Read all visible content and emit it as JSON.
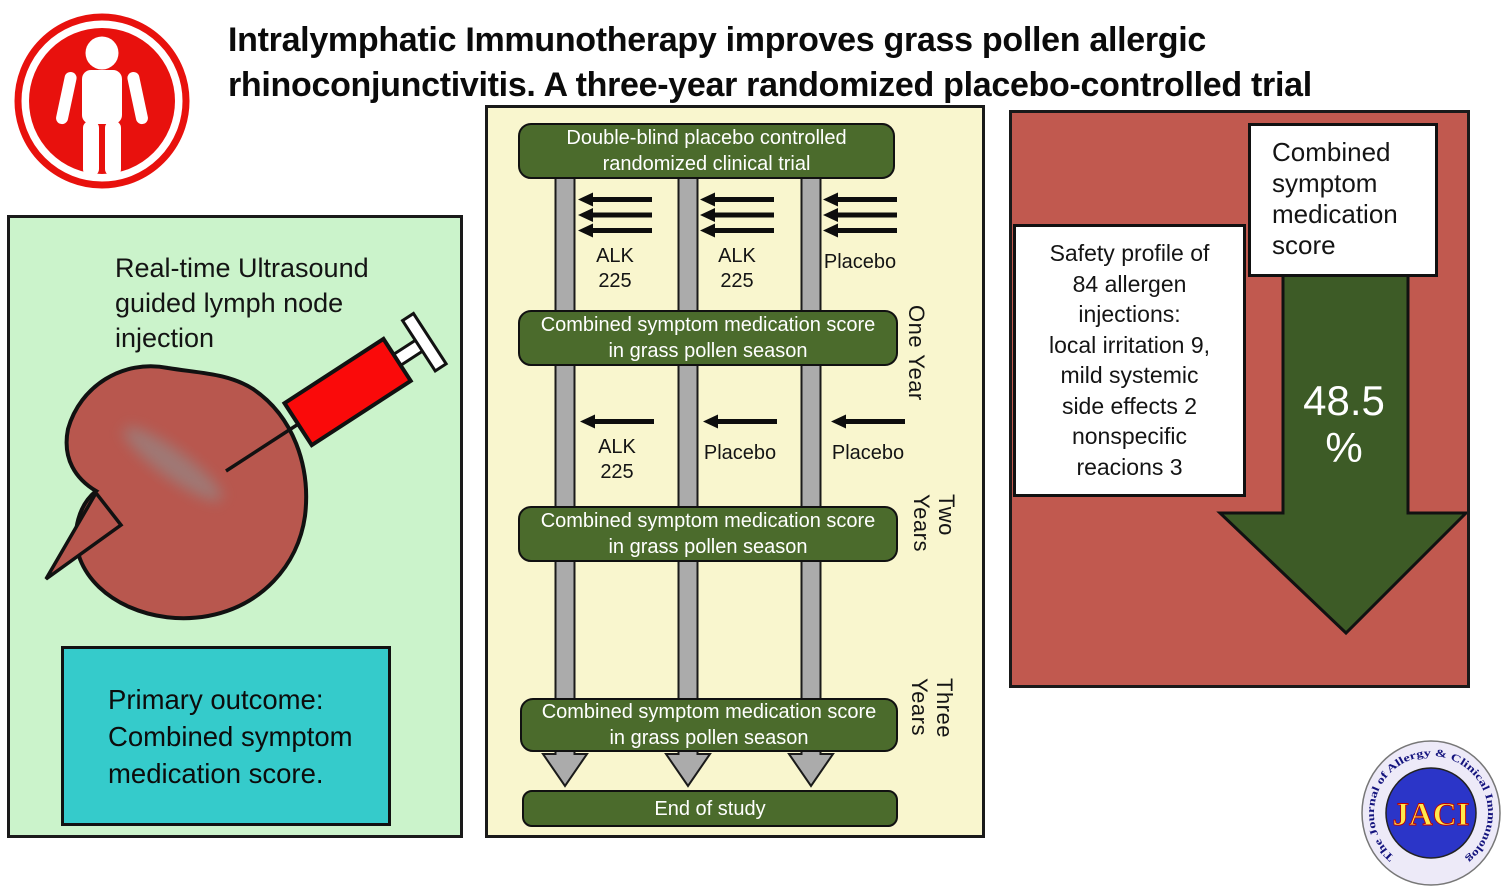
{
  "figure": {
    "title": "Intralymphatic Immunotherapy improves grass pollen allergic\nrhinoconjunctivitis. A three-year randomized placebo-controlled trial"
  },
  "left_panel": {
    "heading": "Real-time Ultrasound\nguided lymph node\ninjection",
    "primary_outcome": "Primary outcome:\nCombined symptom\nmedication score."
  },
  "flow_panel": {
    "top_box": "Double-blind placebo controlled\nrandomized clinical trial",
    "score_box": "Combined symptom medication score\nin grass pollen season",
    "end_box": "End of study",
    "year1_arms": [
      "ALK\n225",
      "ALK\n225",
      "Placebo"
    ],
    "year2_arms": [
      "ALK\n225",
      "Placebo",
      "Placebo"
    ],
    "timeline": [
      "One Year",
      "Two\nYears",
      "Three\nYears"
    ]
  },
  "result_panel": {
    "score_box": "Combined\nsymptom\nmedication\nscore",
    "safety_box": "Safety profile of\n84 allergen\ninjections:\nlocal irritation 9,\nmild systemic\nside effects 2\nnonspecific\nreacions 3",
    "reduction": "48.5\n%"
  },
  "logo": {
    "acronym": "JACI",
    "ring_text": "The Journal of Allergy & Clinical Immunology"
  },
  "icons": {
    "person_badge": "human-figure-icon",
    "syringe": "syringe-icon",
    "reduction_arrow": "down-arrow-icon",
    "flow_arrows": "left-arrow-icon"
  },
  "colors": {
    "flow_bg": "#F9F6CE",
    "box_green": "#4B6B2C",
    "left_bg": "#CBF3CB",
    "result_bg": "#C1594F",
    "cyan_box": "#35CBCB",
    "arrow_green": "#3D5B26",
    "bar_gray": "#ABABAB",
    "syringe_red": "#FA0A0A",
    "person_red": "#E8110D",
    "jaci_blue": "#2B35C8",
    "jaci_yellow": "#FFE94C"
  }
}
